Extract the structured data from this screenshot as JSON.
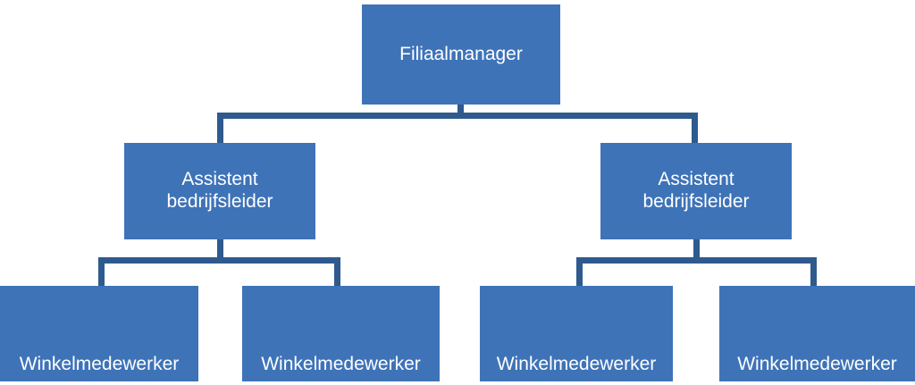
{
  "chart_data": {
    "type": "diagram",
    "diagram_kind": "organizational-chart",
    "title": "",
    "orientation": "top-down",
    "levels": 3,
    "colors": {
      "node_fill": "#3e73b8",
      "node_text": "#ffffff",
      "connector": "#2e5a8e",
      "background": "#ffffff"
    },
    "nodes": [
      {
        "id": "n1",
        "level": 1,
        "label": "Filiaalmanager",
        "parent": null
      },
      {
        "id": "n2",
        "level": 2,
        "label": "Assistent\nbedrijfsleider",
        "parent": "n1"
      },
      {
        "id": "n3",
        "level": 2,
        "label": "Assistent\nbedrijfsleider",
        "parent": "n1"
      },
      {
        "id": "n4",
        "level": 3,
        "label": "Winkelmedewerker",
        "parent": "n2"
      },
      {
        "id": "n5",
        "level": 3,
        "label": "Winkelmedewerker",
        "parent": "n2"
      },
      {
        "id": "n6",
        "level": 3,
        "label": "Winkelmedewerker",
        "parent": "n3"
      },
      {
        "id": "n7",
        "level": 3,
        "label": "Winkelmedewerker",
        "parent": "n3"
      }
    ],
    "edges": [
      {
        "from": "n1",
        "to": "n2"
      },
      {
        "from": "n1",
        "to": "n3"
      },
      {
        "from": "n2",
        "to": "n4"
      },
      {
        "from": "n2",
        "to": "n5"
      },
      {
        "from": "n3",
        "to": "n6"
      },
      {
        "from": "n3",
        "to": "n7"
      }
    ]
  },
  "org": {
    "manager": {
      "label": "Filiaalmanager"
    },
    "assistants": [
      {
        "label": "Assistent\nbedrijfsleider"
      },
      {
        "label": "Assistent\nbedrijfsleider"
      }
    ],
    "employees": [
      {
        "label": "Winkelmedewerker"
      },
      {
        "label": "Winkelmedewerker"
      },
      {
        "label": "Winkelmedewerker"
      },
      {
        "label": "Winkelmedewerker"
      }
    ]
  }
}
